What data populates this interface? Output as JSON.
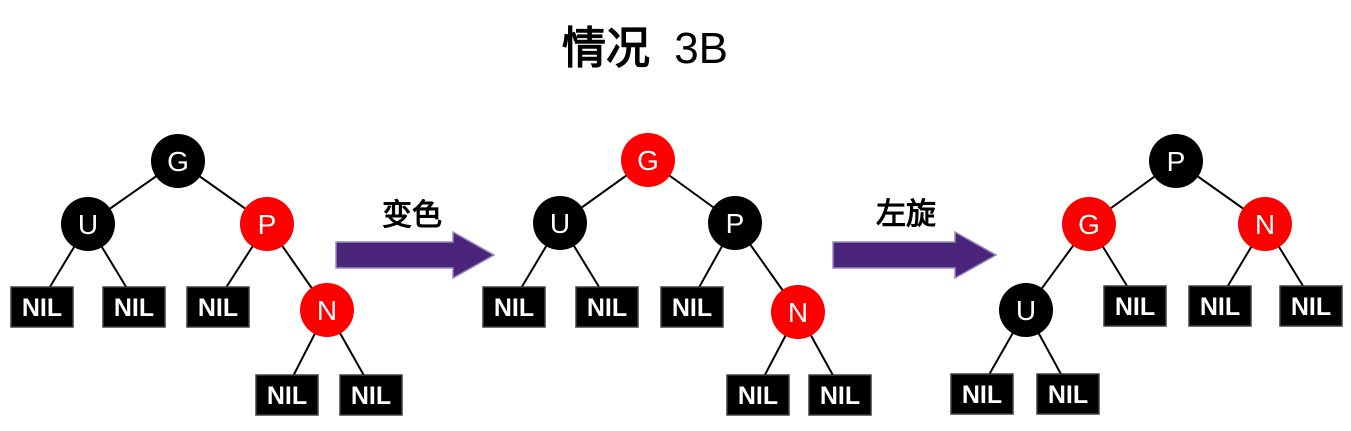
{
  "title": {
    "prefix": "情况",
    "suffix": "3B"
  },
  "colors": {
    "node_black": "#000000",
    "node_red": "#fe0000",
    "arrow_purple": "#4b2579",
    "arrow_edge": "#9a8ac2",
    "label_white": "#ffffff"
  },
  "arrows": [
    {
      "label": "变色"
    },
    {
      "label": "左旋"
    }
  ],
  "trees": [
    {
      "nodes": [
        {
          "id": "G",
          "label": "G",
          "fill": "#000000"
        },
        {
          "id": "U",
          "label": "U",
          "fill": "#000000"
        },
        {
          "id": "P",
          "label": "P",
          "fill": "#fe0000"
        },
        {
          "id": "N",
          "label": "N",
          "fill": "#fe0000"
        }
      ],
      "nils": [
        "NIL",
        "NIL",
        "NIL",
        "NIL",
        "NIL"
      ]
    },
    {
      "nodes": [
        {
          "id": "G",
          "label": "G",
          "fill": "#fe0000"
        },
        {
          "id": "U",
          "label": "U",
          "fill": "#000000"
        },
        {
          "id": "P",
          "label": "P",
          "fill": "#000000"
        },
        {
          "id": "N",
          "label": "N",
          "fill": "#fe0000"
        }
      ],
      "nils": [
        "NIL",
        "NIL",
        "NIL",
        "NIL",
        "NIL"
      ]
    },
    {
      "nodes": [
        {
          "id": "P",
          "label": "P",
          "fill": "#000000"
        },
        {
          "id": "G",
          "label": "G",
          "fill": "#fe0000"
        },
        {
          "id": "N",
          "label": "N",
          "fill": "#fe0000"
        },
        {
          "id": "U",
          "label": "U",
          "fill": "#000000"
        }
      ],
      "nils": [
        "NIL",
        "NIL",
        "NIL",
        "NIL",
        "NIL"
      ]
    }
  ]
}
